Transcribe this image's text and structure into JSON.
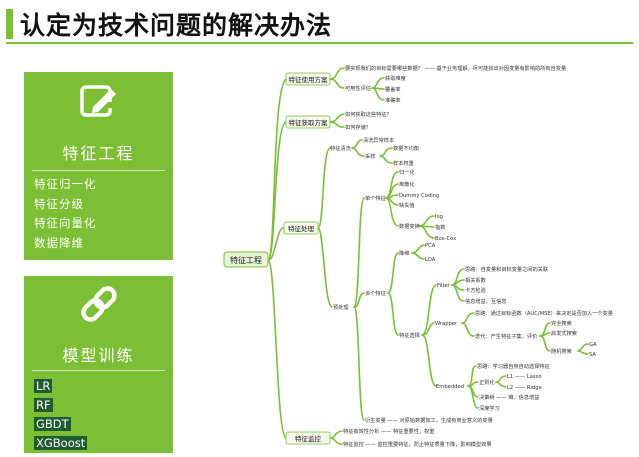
{
  "slide": {
    "title": "认定为技术问题的解决办法",
    "accent_color": "#7cbf34"
  },
  "card_feature": {
    "icon": "edit-icon",
    "heading": "特征工程",
    "items": [
      "特征归一化",
      "特征分级",
      "特征向量化",
      "数据降维"
    ]
  },
  "card_model": {
    "icon": "link-icon",
    "heading": "模型训练",
    "items": [
      "LR",
      "RF",
      "GBDT",
      "XGBoost"
    ]
  },
  "mindmap": {
    "root": "特征工程",
    "n1": "特征使用方案",
    "n1a": "要实现我们的目标需要哪些数据？ —— 基于业务理解，尽可能找出对因变量有影响的所有自变量",
    "n1b": "可用性评估",
    "n1b1": "获取难度",
    "n1b2": "覆盖率",
    "n1b3": "准确率",
    "n2": "特征获取方案",
    "n2a": "如何获取这些特征？",
    "n2b": "如何存储？",
    "n3": "特征处理",
    "n3a": "特征清洗",
    "n3a1": "清洗异常样本",
    "n3a2": "采样",
    "n3a2a": "数据不均衡",
    "n3a2b": "样本权重",
    "n3b": "预处理",
    "n3b1": "单个特征",
    "s1": "归一化",
    "s2": "离散化",
    "s3": "Dummy Coding",
    "s4": "缺失值",
    "s5": "数据变换",
    "s5a": "log",
    "s5b": "指数",
    "s5c": "Box-Cox",
    "n3b2": "多个特征",
    "d1": "降维",
    "d1a": "PCA",
    "d1b": "LDA",
    "fs": "特征选择",
    "f1": "Filter",
    "f1a": "思路：自变量和目标变量之间的关联",
    "f1b": "相关系数",
    "f1c": "卡方检验",
    "f1d": "信息增益、互信息",
    "f2": "Wrapper",
    "f2a": "思路：通过目标函数（AUC/MSE）来决定是否加入一个变量",
    "f2b": "迭代：产生特征子集，评价",
    "f2b1": "完全搜索",
    "f2b2": "启发式搜索",
    "f2b3": "随机搜索",
    "f2b3a": "GA",
    "f2b3b": "SA",
    "f3": "Embedded",
    "f3a": "思路：学习器自身自动选择特征",
    "f3b": "正则化",
    "f3b1": "L1 —— Lasso",
    "f3b2": "L2 —— Ridge",
    "f3c": "决策树 —— 熵、信息增益",
    "f3d": "深度学习",
    "n3b3": "衍生变量 —— 对原始数据加工，生成有商业意义的变量",
    "n4": "特征监控",
    "n4a": "特征有效性分析 —— 特征重要性，权重",
    "n4b": "特征监控 —— 监控重要特征，防止特征质量下降，影响模型效果"
  }
}
